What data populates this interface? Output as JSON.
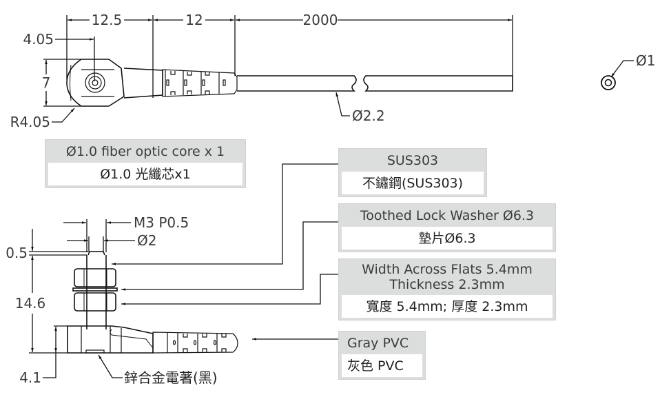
{
  "top_view": {
    "dimensions": {
      "length_head": "12.5",
      "length_boot": "12",
      "cable_length": "2000",
      "hole_offset": "4.05",
      "head_height": "7",
      "corner_radius": "R4.05",
      "cable_diameter": "Ø2.2",
      "core_diameter": "Ø1"
    }
  },
  "side_view": {
    "dimensions": {
      "thread": "M3  P0.5",
      "tip_diameter": "Ø2",
      "tip_chamfer": "0.5",
      "height": "14.6",
      "base_height": "4.1"
    },
    "plating_note": "鋅合金電著(黑)"
  },
  "labels": [
    {
      "id": "fiber-core",
      "en": "Ø1.0 fiber optic core x 1",
      "zh": "Ø1.0 光纖芯x1"
    },
    {
      "id": "material",
      "en": "SUS303",
      "zh": "不鏽鋼(SUS303)"
    },
    {
      "id": "washer",
      "en": "Toothed Lock Washer Ø6.3",
      "zh": "墊片Ø6.3"
    },
    {
      "id": "nut",
      "en_line1": "Width Across Flats 5.4mm",
      "en_line2": "Thickness 2.3mm",
      "zh": "寬度 5.4mm; 厚度 2.3mm"
    },
    {
      "id": "boot",
      "en": "Gray PVC",
      "zh": "灰色 PVC"
    }
  ],
  "colors": {
    "line": "#111111",
    "dim_text": "#3a3a3a",
    "label_header_bg": "#dcdddd",
    "label_body_bg": "#ffffff"
  }
}
